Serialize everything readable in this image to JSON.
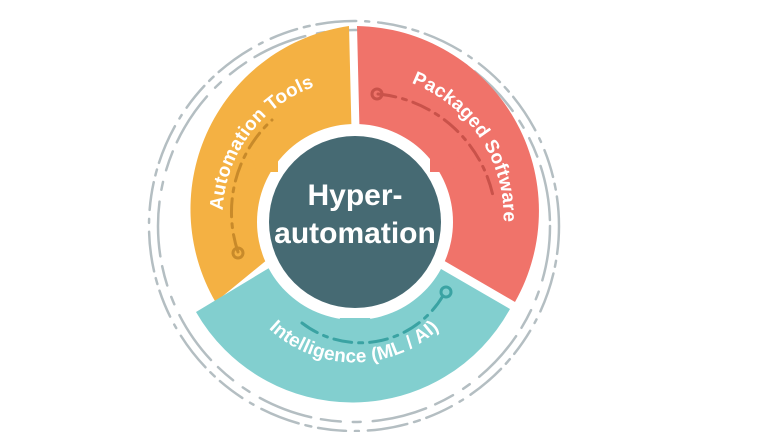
{
  "center": {
    "line1": "Hyper-",
    "line2": "automation",
    "color": "#466a73"
  },
  "segments": [
    {
      "key": "automation",
      "label": "Automation Tools",
      "color": "#f4b143"
    },
    {
      "key": "packaged",
      "label": "Packaged Software",
      "color": "#f0736a"
    },
    {
      "key": "intelligence",
      "label": "Intelligence (ML / AI)",
      "color": "#82cfcf"
    }
  ],
  "decor": {
    "dash_color": "#b4bec2",
    "text_color": "#ffffff"
  }
}
